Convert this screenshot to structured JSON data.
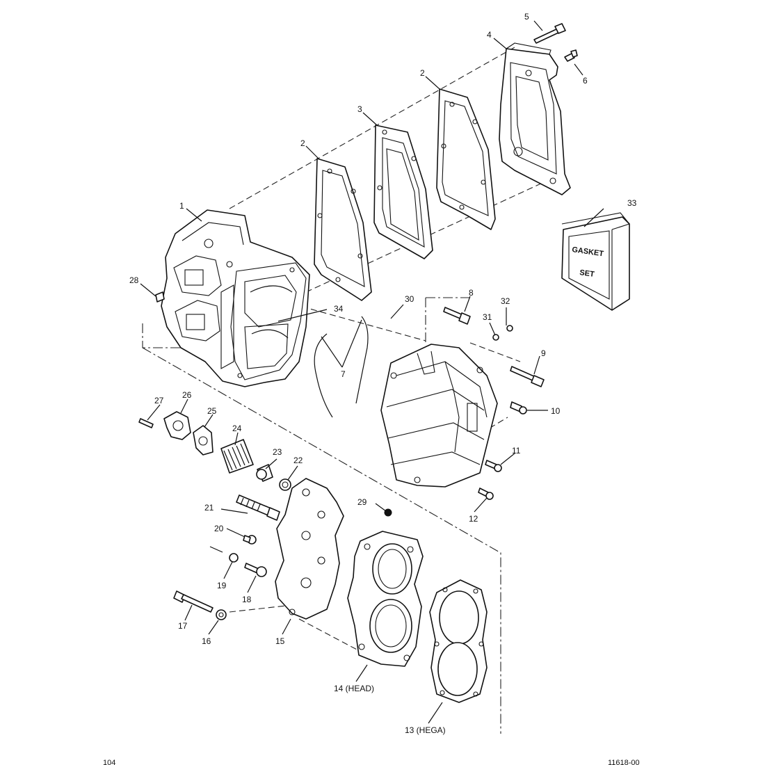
{
  "callouts": {
    "c1": "1",
    "c2a": "2",
    "c2b": "2",
    "c3": "3",
    "c4": "4",
    "c5": "5",
    "c6": "6",
    "c7": "7",
    "c8": "8",
    "c9": "9",
    "c10": "10",
    "c11": "11",
    "c12": "12",
    "c13": "13 (HEGA)",
    "c14": "14 (HEAD)",
    "c15": "15",
    "c16": "16",
    "c17": "17",
    "c18": "18",
    "c19": "19",
    "c20": "20",
    "c21": "21",
    "c22": "22",
    "c23": "23",
    "c24": "24",
    "c25": "25",
    "c26": "26",
    "c27": "27",
    "c28": "28",
    "c29": "29",
    "c30": "30",
    "c31": "31",
    "c32": "32",
    "c33": "33",
    "c34": "34"
  },
  "gasket_set_box": {
    "line1": "GASKET",
    "line2": "SET"
  },
  "footer": {
    "left": "104",
    "right": "11618-00"
  }
}
